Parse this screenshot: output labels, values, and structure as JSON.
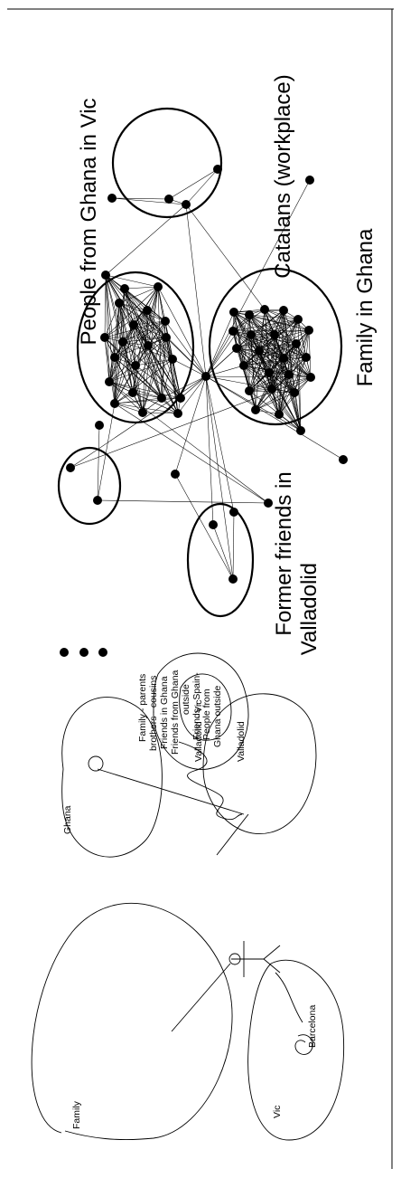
{
  "network": {
    "labels": {
      "catalans": "Catalans (workplace)",
      "people_ghana_vic": "People from Ghana in Vic",
      "family_ghana": "Family in Ghana",
      "former_friends_1": "Former friends in",
      "former_friends_2": "Valladolid"
    }
  },
  "sketch": {
    "labels": {
      "family": "Family",
      "ghana": "Ghana",
      "valladolid": "Valladolid",
      "vic": "Vic",
      "barcelona": "Barcelona",
      "people_from": "People from",
      "ghana_outside": "Ghana outside",
      "valladolid_vic": "Valladolid - Vic"
    },
    "legend": [
      "Family - parents",
      "brothers - cousins",
      "Friends in Ghana",
      "Friends from Ghana",
      "outside",
      "Friends - Spain-"
    ]
  }
}
